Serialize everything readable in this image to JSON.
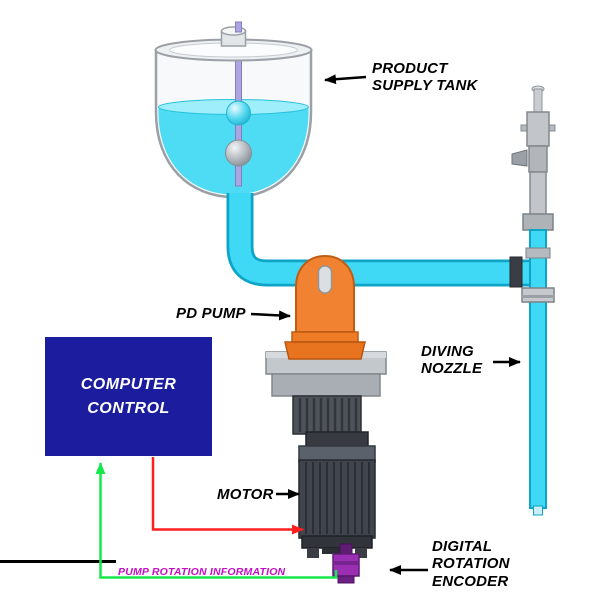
{
  "diagram": {
    "labels": {
      "tank": "PRODUCT\nSUPPLY TANK",
      "pump": "PD PUMP",
      "nozzle": "DIVING\nNOZZLE",
      "motor": "MOTOR",
      "encoder": "DIGITAL\nROTATION\nENCODER",
      "computer": "COMPUTER\nCONTROL",
      "info": "PUMP ROTATION INFORMATION"
    },
    "colors": {
      "pipe_fill": "#3fd9f5",
      "pipe_outline": "#0da4c8",
      "tank_liquid": "#4edcf4",
      "pump_orange": "#f08232",
      "motor_gray": "#40454d",
      "computer_bg": "#1c1c9e",
      "computer_text": "#ffffff",
      "control_line_red": "#ff1f1f",
      "feedback_line_green": "#16e84c",
      "encoder_purple": "#9a2fb4",
      "info_text": "#c40fc4",
      "label_text": "#000000"
    }
  }
}
